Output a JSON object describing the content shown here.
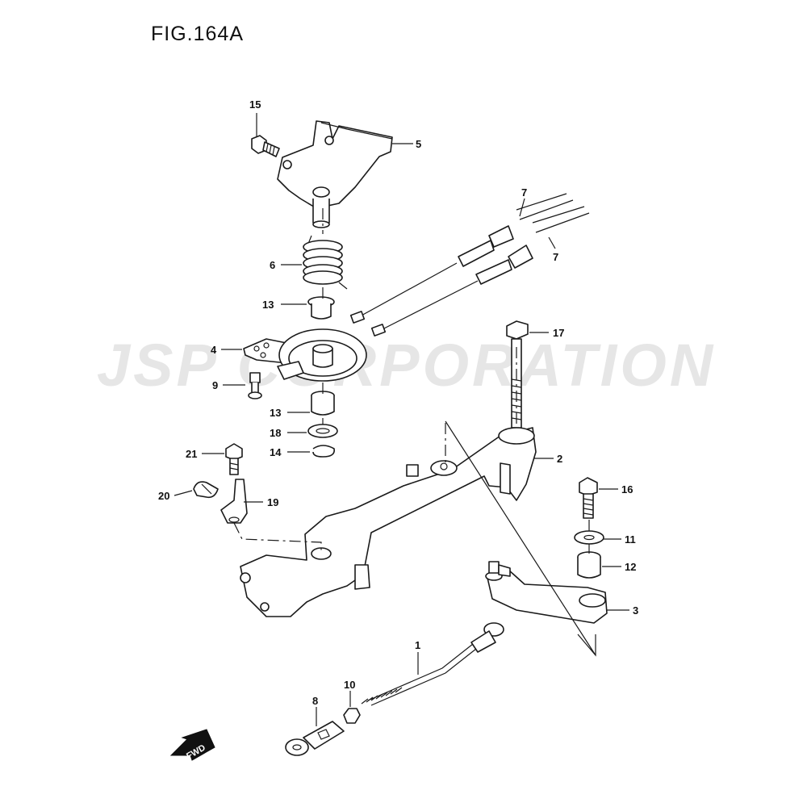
{
  "figure": {
    "title": "FIG.164A"
  },
  "watermark": {
    "text": "JSP CORPORATION"
  },
  "badge": {
    "fwd": "FWD"
  },
  "callouts": [
    "15",
    "5",
    "7",
    "7",
    "6",
    "13",
    "4",
    "9",
    "13",
    "18",
    "14",
    "17",
    "2",
    "21",
    "20",
    "19",
    "16",
    "11",
    "12",
    "3",
    "1",
    "10",
    "8"
  ]
}
